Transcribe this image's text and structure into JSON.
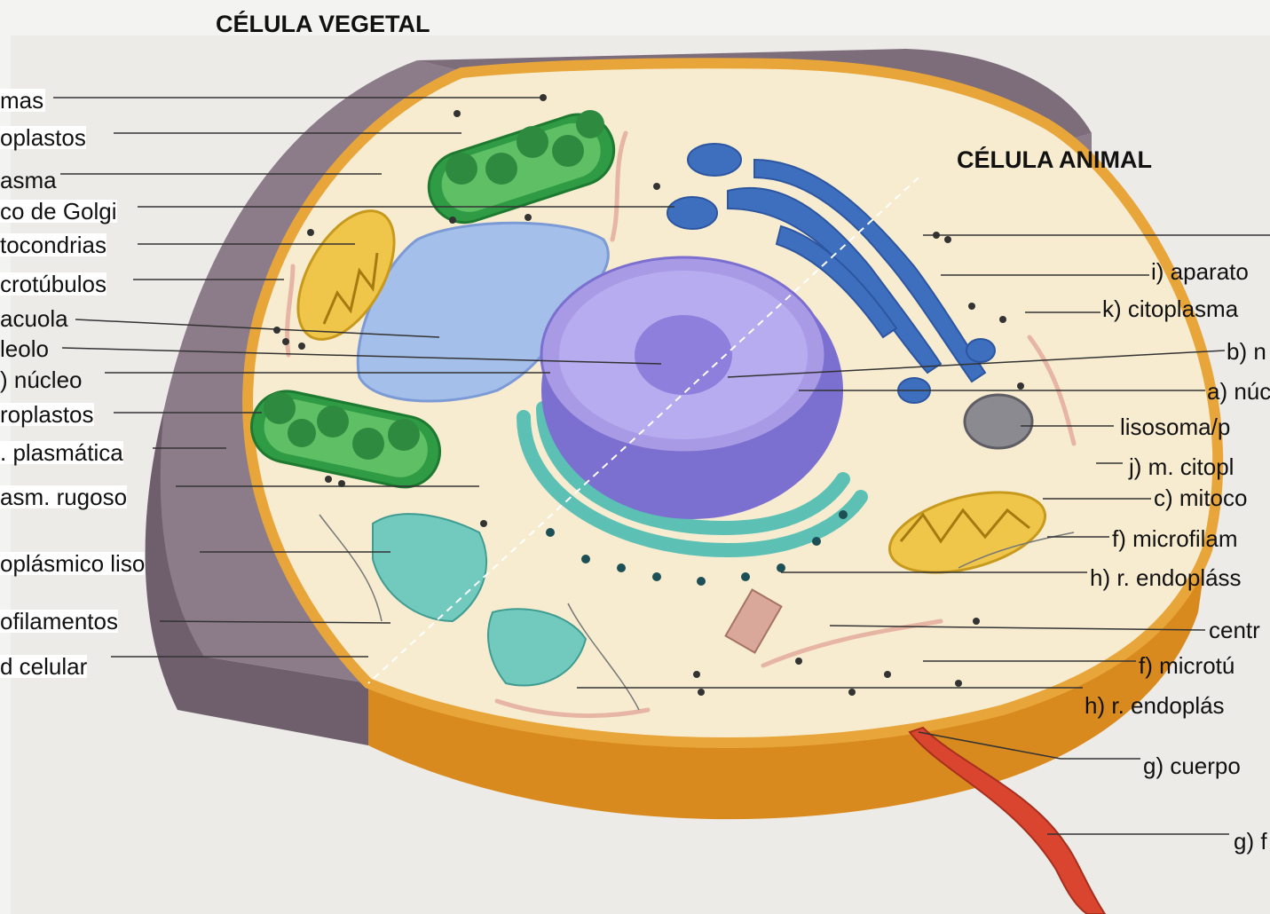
{
  "titles": {
    "plant": "CÉLULA VEGETAL",
    "animal": "CÉLULA ANIMAL"
  },
  "left_labels": [
    "mas",
    "oplastos",
    "asma",
    "co de Golgi",
    "tocondrias",
    "crotúbulos",
    "acuola",
    "leolo",
    ") núcleo",
    "roplastos",
    ". plasmática",
    "asm. rugoso",
    "oplásmico liso",
    "ofilamentos",
    "d celular"
  ],
  "right_labels": [
    "i) aparato",
    "k) citoplasma",
    "b) n",
    "a) núcl",
    "lisosoma/p",
    "j) m. citopl",
    "c) mitoco",
    "f) microfilam",
    "h) r. endopláss",
    "centr",
    "f) microtú",
    "h) r. endoplás",
    "g) cuerpo",
    "g) f"
  ],
  "colors": {
    "wall": "#8a7a86",
    "membrane": "#e8a53a",
    "cytoplasm": "#f6ecd2",
    "chloroplast": "#3aa64b",
    "golgi": "#3e6fbf",
    "nucleus": "#8e7fd6",
    "er": "#5cc0b5",
    "vacuole": "#9bb7e8",
    "mitochondria": "#f0c64a",
    "flagellum": "#d9452e"
  }
}
